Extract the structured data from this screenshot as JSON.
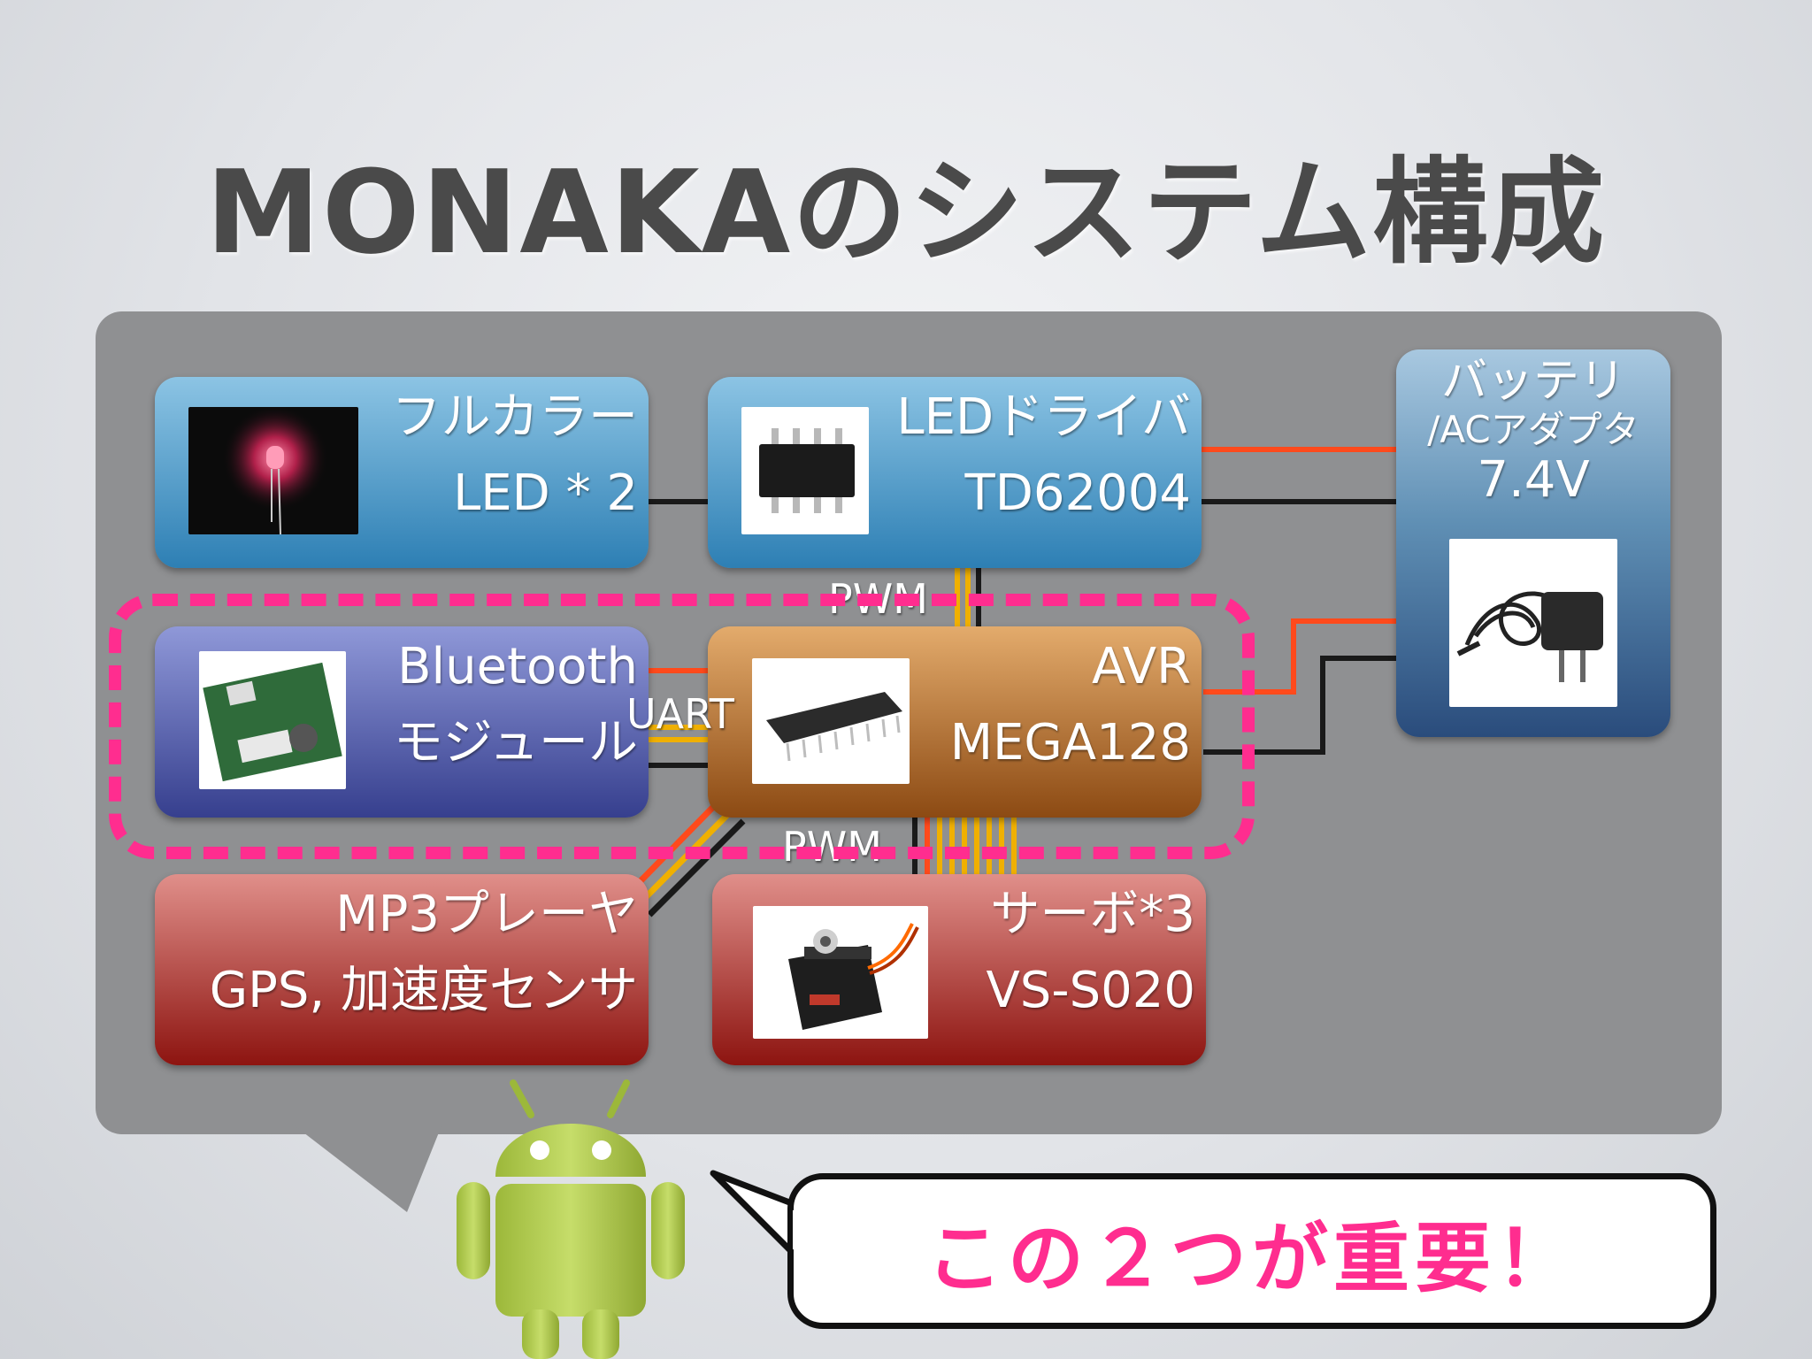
{
  "title": "MONAKAのシステム構成",
  "boxes": {
    "led": {
      "line1": "フルカラー",
      "line2": "LED * 2"
    },
    "driver": {
      "line1": "LEDドライバ",
      "line2": "TD62004"
    },
    "battery": {
      "line1": "バッテリ",
      "line2": "/ACアダプタ",
      "line3": "7.4V"
    },
    "bluetooth": {
      "line1": "Bluetooth",
      "line2": "モジュール"
    },
    "avr": {
      "line1": "AVR",
      "line2": "MEGA128"
    },
    "mp3": {
      "line1": "MP3プレーヤ",
      "line2": "GPS, 加速度センサ"
    },
    "servo": {
      "line1": "サーボ*3",
      "line2": "VS-S020"
    }
  },
  "labels": {
    "pwm_top": "PWM",
    "pwm_bottom": "PWM",
    "uart": "UART"
  },
  "callout": "この２つが重要！",
  "colors": {
    "power_wire": "#ff4a1c",
    "ground_wire": "#1a1a1a",
    "signal_wire": "#f0b000",
    "highlight": "#ff2d8f"
  }
}
